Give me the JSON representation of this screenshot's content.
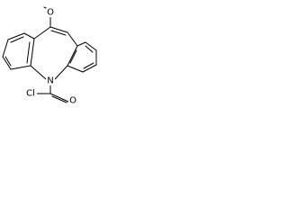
{
  "molecule": {
    "atoms": {
      "oxygen_methoxy": "O",
      "nitrogen": "N",
      "oxygen_carbonyl": "O",
      "chlorine": "Cl"
    },
    "colors": {
      "bond": "#000000",
      "text": "#000000",
      "background": "#ffffff"
    }
  }
}
